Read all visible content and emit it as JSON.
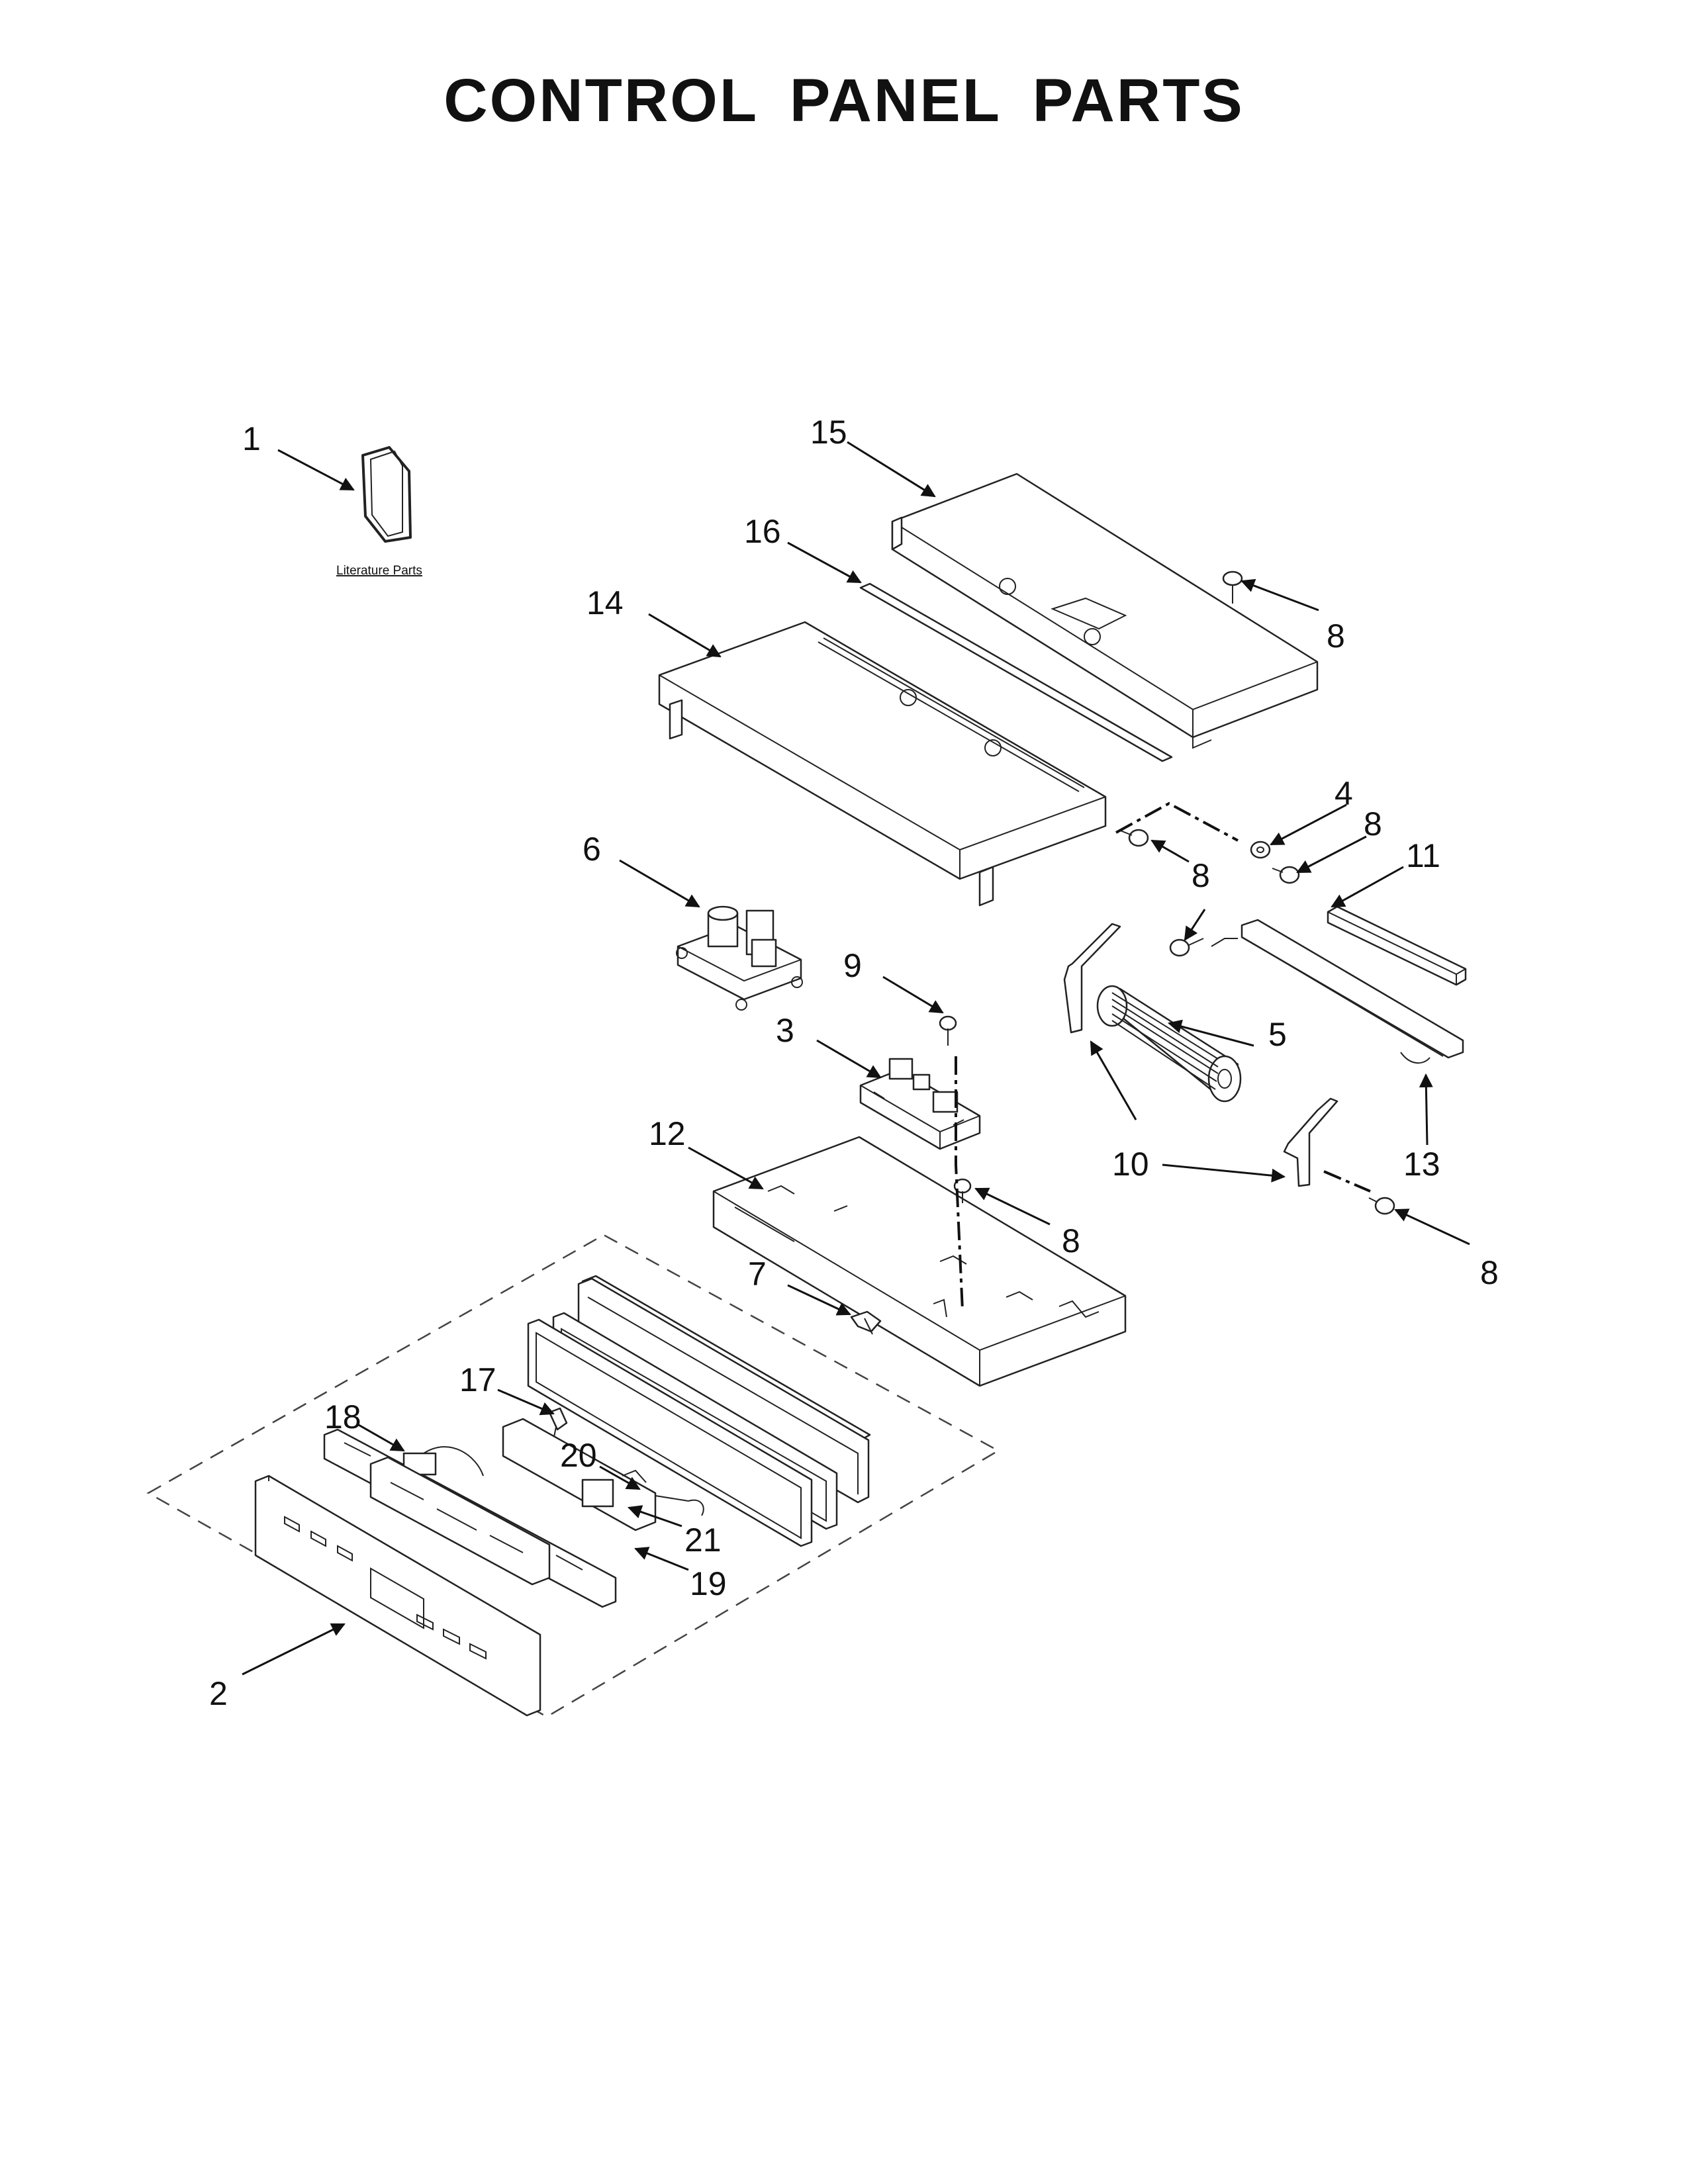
{
  "title": "CONTROL PANEL PARTS",
  "literature_label": "Literature Parts",
  "callouts": {
    "c1": "1",
    "c2": "2",
    "c3": "3",
    "c4": "4",
    "c5": "5",
    "c6": "6",
    "c7": "7",
    "c8": "8",
    "c9": "9",
    "c10": "10",
    "c11": "11",
    "c12": "12",
    "c13": "13",
    "c14": "14",
    "c15": "15",
    "c16": "16",
    "c17": "17",
    "c18": "18",
    "c19": "19",
    "c20": "20",
    "c21": "21"
  }
}
